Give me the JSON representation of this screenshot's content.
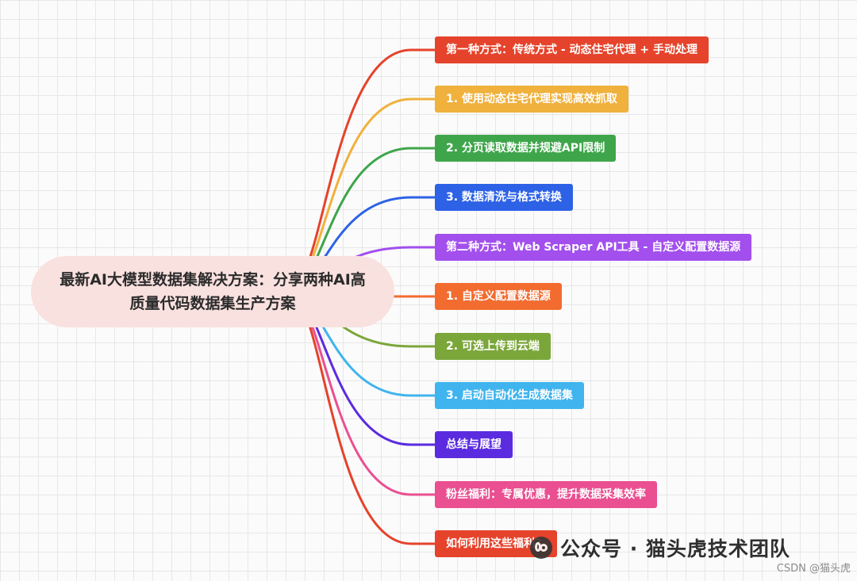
{
  "root": {
    "line1": "最新AI大模型数据集解决方案：分享两种AI高",
    "line2": "质量代码数据集生产方案"
  },
  "branches": [
    {
      "label": "第一种方式：传统方式 - 动态住宅代理 + 手动处理",
      "color": "#e5432b"
    },
    {
      "label": "1. 使用动态住宅代理实现高效抓取",
      "color": "#f0b13d"
    },
    {
      "label": "2. 分页读取数据并规避API限制",
      "color": "#3fa54b"
    },
    {
      "label": "3. 数据清洗与格式转换",
      "color": "#2d62e6"
    },
    {
      "label": "第二种方式：Web Scraper API工具 - 自定义配置数据源",
      "color": "#a24fed"
    },
    {
      "label": "1. 自定义配置数据源",
      "color": "#f26c30"
    },
    {
      "label": "2. 可选上传到云端",
      "color": "#7ba63a"
    },
    {
      "label": "3. 启动自动化生成数据集",
      "color": "#40b4ee"
    },
    {
      "label": "总结与展望",
      "color": "#5b2be0"
    },
    {
      "label": "粉丝福利：专属优惠，提升数据采集效率",
      "color": "#ea4f91"
    },
    {
      "label": "如何利用这些福利？",
      "color": "#e5432b"
    }
  ],
  "watermark": {
    "text": "公众号 · 猫头虎技术团队",
    "icon": "wechat-icon"
  },
  "source_credit": "CSDN @猫头虎"
}
